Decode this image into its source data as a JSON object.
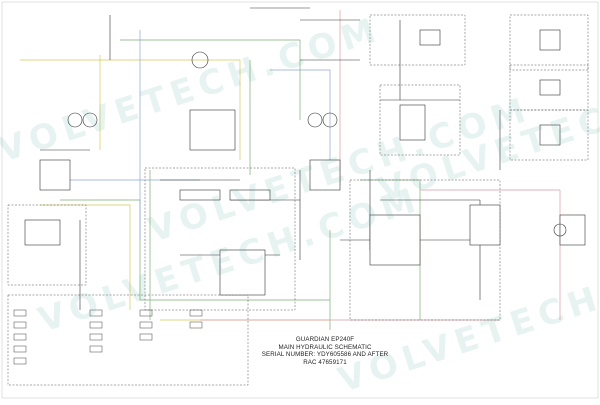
{
  "watermark": "VOLVETECH.COM",
  "colors": {
    "line_dark": "#333333",
    "line_green": "#7fae7a",
    "line_yellow": "#d8c85a",
    "line_pink": "#d99aa0",
    "line_blue": "#8fa6d6",
    "line_gray": "#9a9a9a"
  },
  "title_block": {
    "line1": "GUARDIAN EP240F",
    "line2": "MAIN HYDRAULIC SCHEMATIC",
    "line3": "SERIAL NUMBER: YDY605586 AND AFTER",
    "line4": "RAC 47659171"
  }
}
